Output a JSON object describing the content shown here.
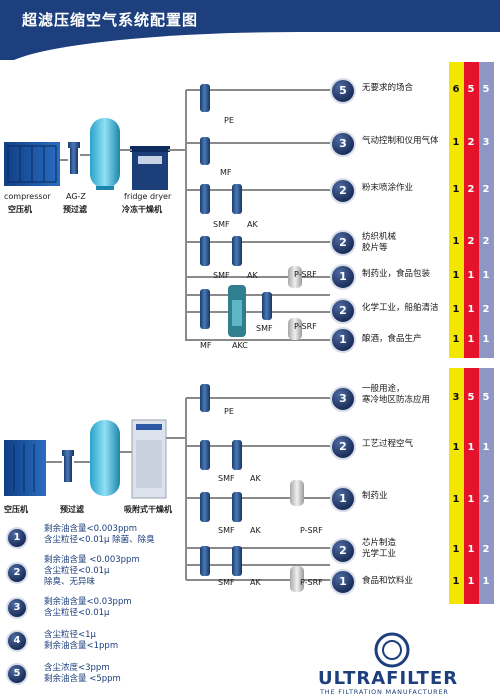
{
  "title": "超滤压缩空气系统配置图",
  "top": {
    "compressor_en": "compressor",
    "compressor_cn": "空压机",
    "prefilter_en": "AG-Z",
    "prefilter_cn": "预过滤",
    "dryer_en": "fridge dryer",
    "dryer_cn": "冷冻干燥机",
    "filters": {
      "pe": "PE",
      "mf": "MF",
      "smf1": "SMF",
      "ak1": "AK",
      "smf2": "SMF",
      "ak2": "AK",
      "psrf1": "P-SRF",
      "smf3": "SMF",
      "psrf2": "P-SRF",
      "mf2": "MF",
      "akc": "AKC"
    },
    "rows": [
      {
        "badge": "5",
        "app": "无要求的场合",
        "values": [
          "6",
          "5",
          "5"
        ]
      },
      {
        "badge": "3",
        "app": "气动控制和仪用气体",
        "values": [
          "1",
          "2",
          "3"
        ]
      },
      {
        "badge": "2",
        "app": "粉末喷涂作业",
        "values": [
          "1",
          "2",
          "2"
        ]
      },
      {
        "badge": "2",
        "app": "纺织机械\n胶片等",
        "values": [
          "1",
          "2",
          "2"
        ]
      },
      {
        "badge": "1",
        "app": "制药业，食品包装",
        "values": [
          "1",
          "1",
          "1"
        ]
      },
      {
        "badge": "2",
        "app": "化学工业，船舶清洁",
        "values": [
          "1",
          "1",
          "2"
        ]
      },
      {
        "badge": "1",
        "app": "酿酒，食品生产",
        "values": [
          "1",
          "1",
          "1"
        ]
      }
    ]
  },
  "bottom": {
    "compressor_cn": "空压机",
    "prefilter_cn": "预过滤",
    "dryer_cn": "吸附式干燥机",
    "filters": {
      "pe": "PE",
      "smf1": "SMF",
      "ak1": "AK",
      "smf2": "SMF",
      "ak2": "AK",
      "psrf1": "P-SRF",
      "smf3": "SMF",
      "ak3": "AK",
      "psrf2": "P-SRF"
    },
    "rows": [
      {
        "badge": "3",
        "app": "一般用途，\n寒冷地区防冻应用",
        "values": [
          "3",
          "5",
          "5"
        ]
      },
      {
        "badge": "2",
        "app": "工艺过程空气",
        "values": [
          "1",
          "1",
          "1"
        ]
      },
      {
        "badge": "1",
        "app": "制药业",
        "values": [
          "1",
          "1",
          "2"
        ]
      },
      {
        "badge": "2",
        "app": "芯片制造\n光学工业",
        "values": [
          "1",
          "1",
          "2"
        ]
      },
      {
        "badge": "1",
        "app": "食品和饮料业",
        "values": [
          "1",
          "1",
          "1"
        ]
      }
    ]
  },
  "legend": [
    {
      "badge": "1",
      "lines": [
        "剩余油含量<0.003ppm",
        "含尘粒径<0.01μ 除菌、除臭"
      ]
    },
    {
      "badge": "2",
      "lines": [
        "剩余油含量 <0.003ppm",
        "含尘粒径<0.01μ",
        "除臭、无异味"
      ]
    },
    {
      "badge": "3",
      "lines": [
        "剩余油含量<0.03ppm",
        "含尘粒径<0.01μ"
      ]
    },
    {
      "badge": "4",
      "lines": [
        "含尘粒径<1μ",
        "剩余油含量<1ppm"
      ]
    },
    {
      "badge": "5",
      "lines": [
        "含尘浓度<3ppm",
        "剩余油含量 <5ppm"
      ]
    }
  ],
  "logo": {
    "name": "ULTRAFILTER",
    "tagline": "THE FILTRATION MANUFACTURER"
  },
  "colors": {
    "header": "#1d3f7d",
    "col_yellow": "#f3e600",
    "col_red": "#e4122b",
    "col_blue": "#8e96c6",
    "pipe": "#8a8a8a"
  }
}
